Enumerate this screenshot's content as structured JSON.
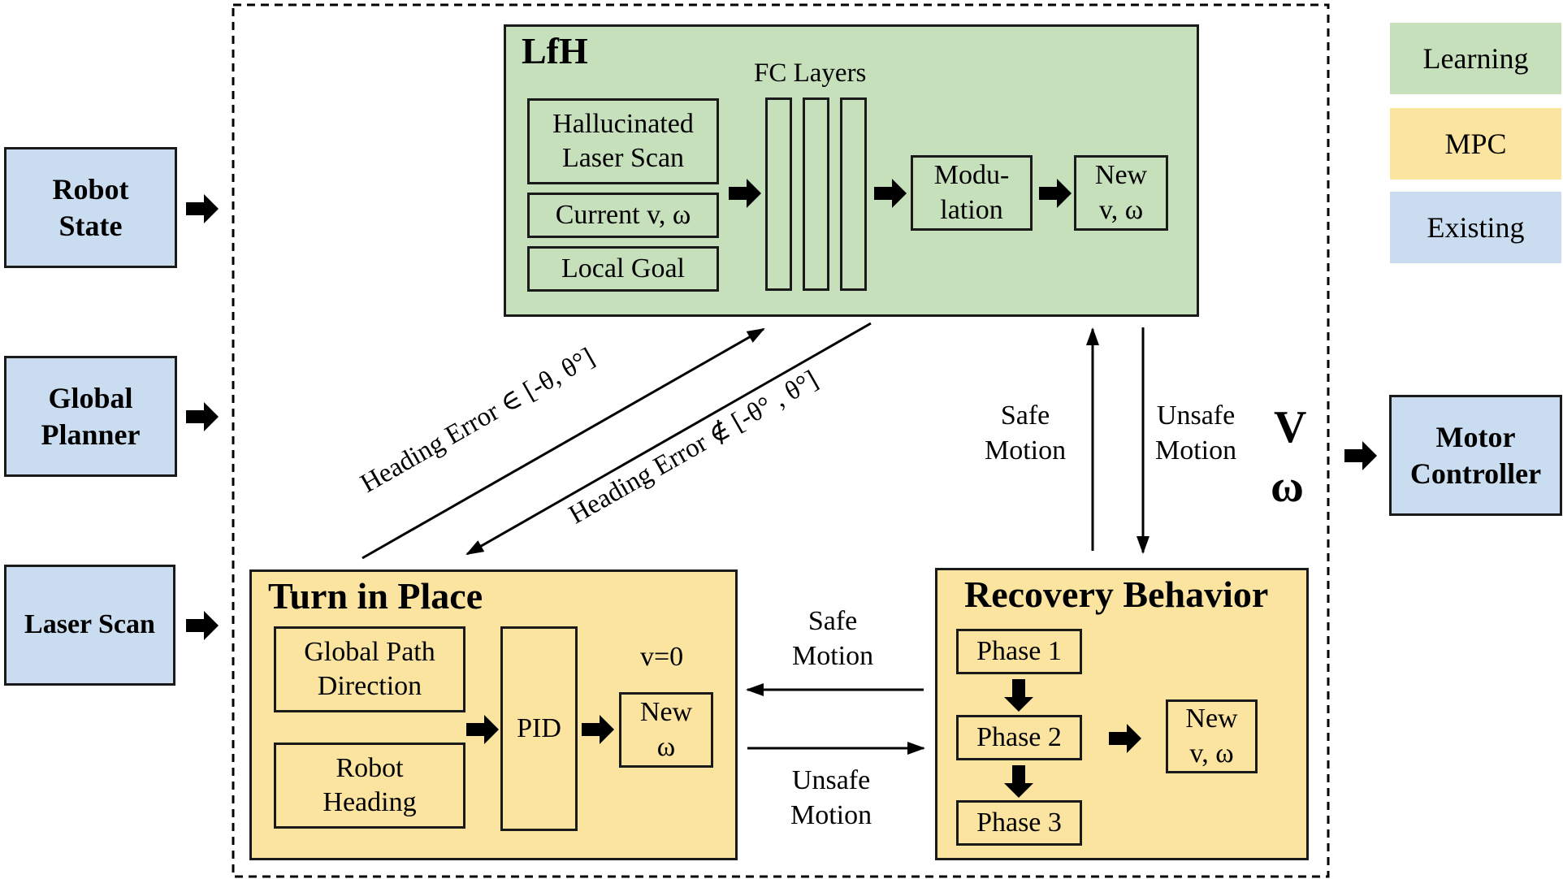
{
  "inputs": [
    {
      "label_line1": "Robot",
      "label_line2": "State"
    },
    {
      "label_line1": "Global",
      "label_line2": "Planner"
    },
    {
      "label_line1": "Laser Scan",
      "label_line2": ""
    }
  ],
  "output": {
    "label_line1": "Motor",
    "label_line2": "Controller"
  },
  "output_symbols": {
    "v": "V",
    "omega": "ω"
  },
  "legend": [
    {
      "label": "Learning",
      "color": "#c6e0bc"
    },
    {
      "label": "MPC",
      "color": "#fbe4a0"
    },
    {
      "label": "Existing",
      "color": "#c9dcf0"
    }
  ],
  "lfh": {
    "title": "LfH",
    "inputs": [
      {
        "line1": "Hallucinated",
        "line2": "Laser Scan"
      },
      {
        "line1": "Current v, ω",
        "line2": ""
      },
      {
        "line1": "Local Goal",
        "line2": ""
      }
    ],
    "fc_label": "FC Layers",
    "modulation": {
      "line1": "Modu-",
      "line2": "lation"
    },
    "new_out": {
      "line1": "New",
      "line2": "v, ω"
    }
  },
  "turn": {
    "title": "Turn in Place",
    "global_path": {
      "line1": "Global Path",
      "line2": "Direction"
    },
    "robot_heading": {
      "line1": "Robot",
      "line2": "Heading"
    },
    "pid": "PID",
    "v_zero": "v=0",
    "new_out": {
      "line1": "New",
      "line2": "ω"
    }
  },
  "recovery": {
    "title": "Recovery Behavior",
    "phases": [
      "Phase 1",
      "Phase 2",
      "Phase 3"
    ],
    "new_out": {
      "line1": "New",
      "line2": "v, ω"
    }
  },
  "edges": {
    "heading_in": "Heading Error ∈ [-θ, θ°]",
    "heading_out": "Heading Error ∉ [-θ° , θ°]",
    "safe_up": {
      "line1": "Safe",
      "line2": "Motion"
    },
    "unsafe_down": {
      "line1": "Unsafe",
      "line2": "Motion"
    },
    "safe_left": {
      "line1": "Safe",
      "line2": "Motion"
    },
    "unsafe_right": {
      "line1": "Unsafe",
      "line2": "Motion"
    }
  },
  "icons": {
    "fat_arrow": "fat-right-arrow-icon",
    "fat_down": "fat-down-arrow-icon"
  }
}
